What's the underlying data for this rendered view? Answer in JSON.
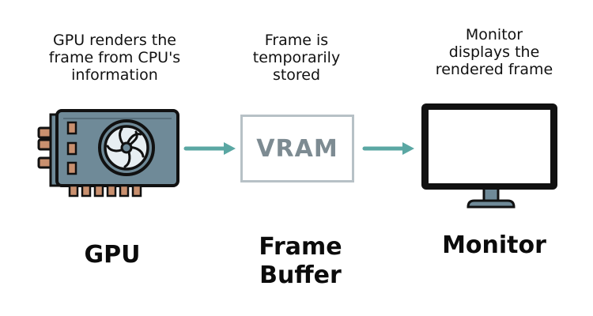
{
  "captions": {
    "gpu": [
      "GPU renders the",
      "frame from CPU's",
      "information"
    ],
    "frame_buffer": [
      "Frame is",
      "temporarily",
      "stored"
    ],
    "monitor": [
      "Monitor",
      "displays the",
      "rendered frame"
    ]
  },
  "vram_label": "VRAM",
  "titles": {
    "gpu": [
      "GPU"
    ],
    "frame_buffer": [
      "Frame",
      "Buffer"
    ],
    "monitor": [
      "Monitor"
    ]
  },
  "colors": {
    "arrow": "#5aa7a3",
    "outline": "#111111",
    "gpu_board": "#6f8a98",
    "gpu_connector": "#c9906f",
    "fan": "#e7eef2",
    "vram_border": "#b7c1c6",
    "vram_text": "#7d8b92",
    "monitor_stand": "#6f8a98"
  },
  "icons": {
    "gpu": "graphics-card-icon",
    "monitor": "monitor-icon",
    "arrow": "arrow-right-icon"
  }
}
